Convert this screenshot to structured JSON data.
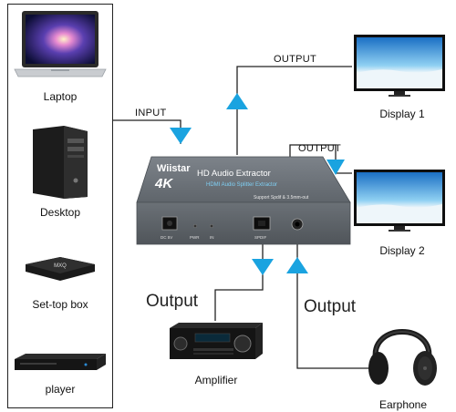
{
  "sources": {
    "laptop": "Laptop",
    "desktop": "Desktop",
    "settop": "Set-top box",
    "settop_brand": "MXQ",
    "player": "player"
  },
  "device": {
    "brand": "Wiistar",
    "model": "4K",
    "name": "HD Audio Extractor",
    "subtitle": "HDMI Audio Splitter Extractor",
    "support": "Support Spdif & 3.5mm-out",
    "port_dc": "DC 5V",
    "port_pwr": "PWR",
    "port_in": "IN",
    "port_spdif": "SPDIF"
  },
  "labels": {
    "input": "INPUT",
    "output_top": "OUTPUT",
    "output_mid": "OUTPUT",
    "output_left": "Output",
    "output_right": "Output"
  },
  "displays": {
    "display1": "Display 1",
    "display2": "Display 2"
  },
  "sinks": {
    "amplifier": "Amplifier",
    "earphone": "Earphone"
  },
  "colors": {
    "arrow": "#1aa3e0",
    "line": "#222222",
    "device_body": "#6f757b"
  }
}
